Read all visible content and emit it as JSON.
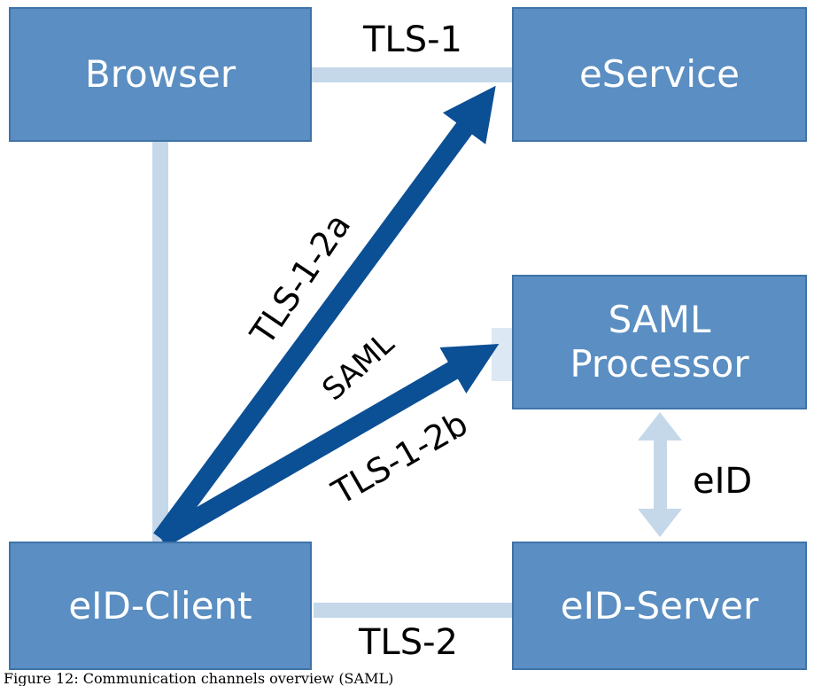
{
  "boxes": {
    "browser": "Browser",
    "eservice": "eService",
    "saml_processor_line1": "SAML",
    "saml_processor_line2": "Processor",
    "eid_client": "eID-Client",
    "eid_server": "eID-Server"
  },
  "connections": {
    "tls1": "TLS-1",
    "tls2": "TLS-2",
    "tls12a": "TLS-1-2a",
    "saml": "SAML",
    "tls12b": "TLS-1-2b",
    "eid": "eID"
  },
  "caption": "Figure 12: Communication channels overview (SAML)",
  "colors": {
    "box_fill": "#5b8ec2",
    "box_border": "#3f73a8",
    "box_text": "#ffffff",
    "light_link": "#c5d8ea",
    "arrow": "#0b4f95"
  }
}
